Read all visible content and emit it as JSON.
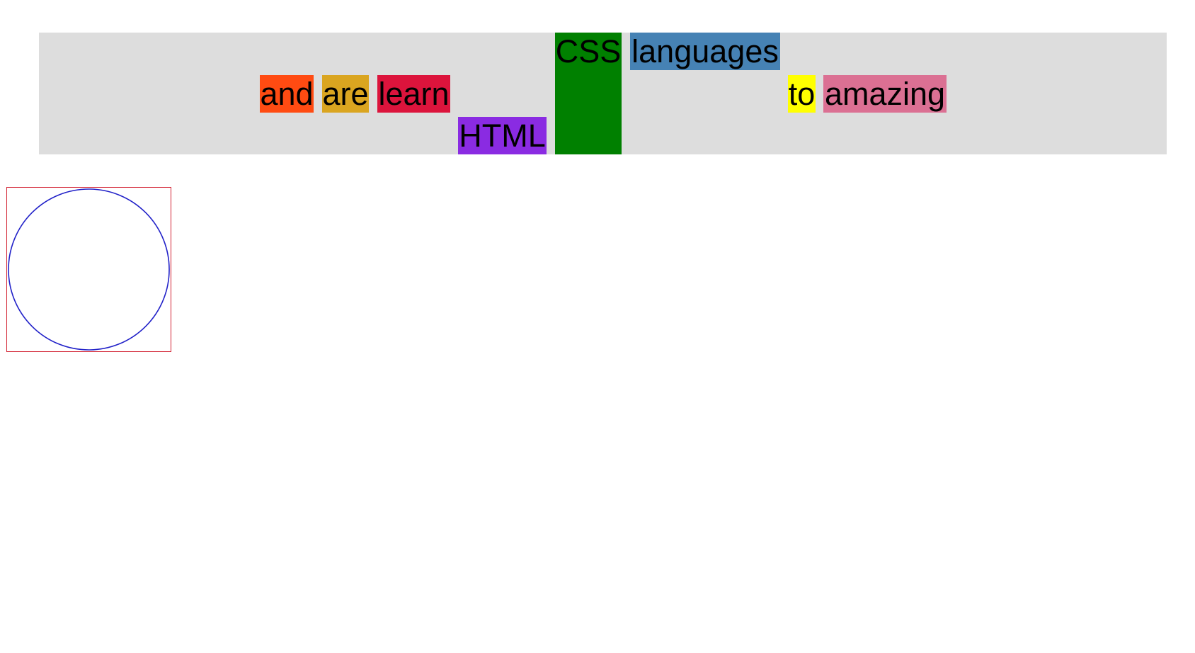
{
  "words": [
    {
      "key": "and",
      "text": "and",
      "color": "#ff4b12"
    },
    {
      "key": "are",
      "text": "are",
      "color": "#daa520"
    },
    {
      "key": "learn",
      "text": "learn",
      "color": "#dc143c"
    },
    {
      "key": "html",
      "text": "HTML",
      "color": "#8a2be2"
    },
    {
      "key": "css",
      "text": "CSS",
      "color": "#008000"
    },
    {
      "key": "languages",
      "text": "languages",
      "color": "#4682b4"
    },
    {
      "key": "to",
      "text": "to",
      "color": "#ffff00"
    },
    {
      "key": "amazing",
      "text": "amazing",
      "color": "#db7093"
    }
  ],
  "colors": {
    "strip_background": "#dddddd",
    "square_border": "#d22030",
    "circle_stroke": "#2020c8"
  }
}
